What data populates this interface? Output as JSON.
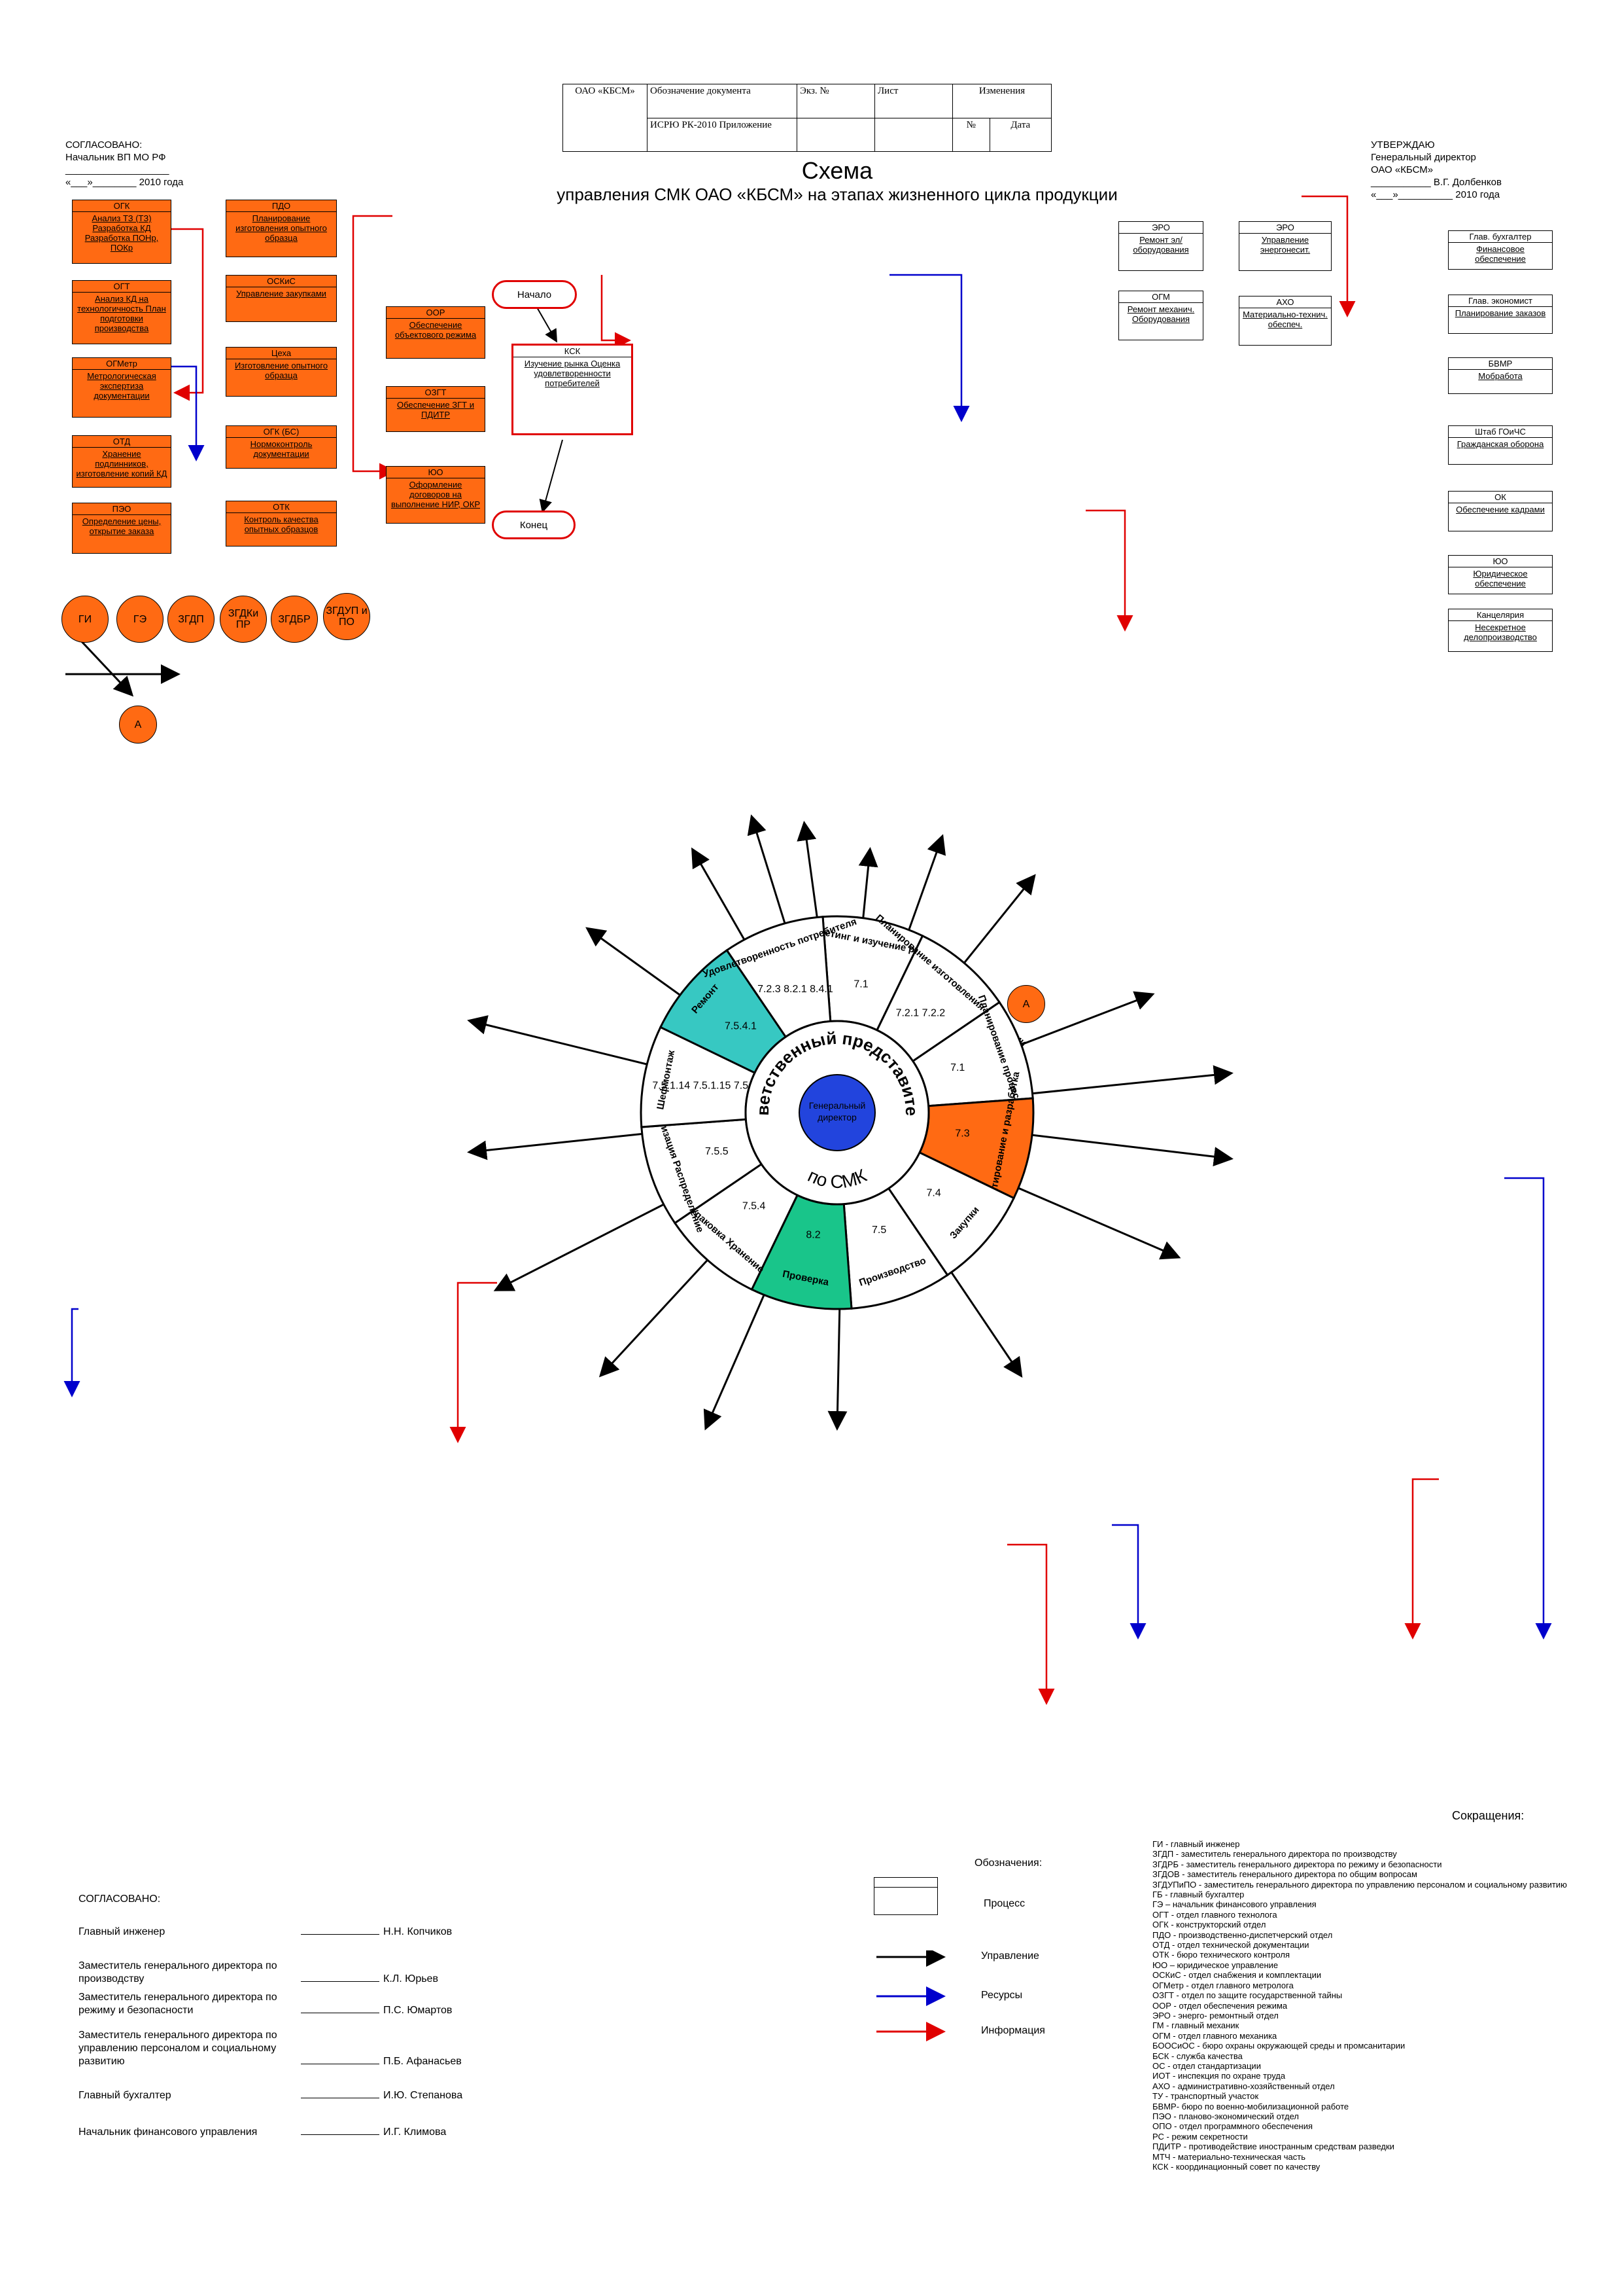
{
  "header": {
    "org": "ОАО «КБСМ»",
    "doc_label": "Обозначение документа",
    "doc_code": "ИСРЮ РК-2010 Приложение",
    "copy_label": "Экз. №",
    "sheet_label": "Лист",
    "changes_label": "Изменения",
    "num_label": "№",
    "date_label": "Дата"
  },
  "title": {
    "line1": "Схема",
    "line2": "управления СМК ОАО «КБСМ» на этапах жизненного цикла продукции"
  },
  "agreed_top": {
    "l1": "СОГЛАСОВАНО:",
    "l2": "Начальник  ВП МО РФ",
    "l3": "___________________",
    "l4": "«___»________ 2010 года"
  },
  "approve": {
    "l1": "УТВЕРЖДАЮ",
    "l2": "Генеральный директор",
    "l3": "ОАО «КБСМ»",
    "l4": "___________ В.Г. Долбенков",
    "l5": "«___»__________ 2010 года"
  },
  "wheel": {
    "center1": "Генеральный",
    "center2": "директор",
    "ring_text": "Ответственный представитель",
    "ring_text2": "по СМК",
    "sectors": [
      {
        "name": "Маркетинг и изучение рынка",
        "code": "7.1"
      },
      {
        "name": "Планирование изготовления продукции",
        "code": "7.2.1 7.2.2"
      },
      {
        "name": "Планирование процессов",
        "code": "7.1"
      },
      {
        "name": "Проектирование и разработка",
        "code": "7.3"
      },
      {
        "name": "Закупки",
        "code": "7.4"
      },
      {
        "name": "Производство",
        "code": "7.5"
      },
      {
        "name": "Проверка",
        "code": "8.2"
      },
      {
        "name": "Упаковка Хранение",
        "code": "7.5.4"
      },
      {
        "name": "Реализация Распределение",
        "code": "7.5.5"
      },
      {
        "name": "Шефмонтаж",
        "code": "7.5.1.14 7.5.1.15 7.5.1.17"
      },
      {
        "name": "Ремонт",
        "code": "7.5.4.1"
      },
      {
        "name": "Удовлетворенность потребителя",
        "code": "7.2.3 8.2.1 8.4.1"
      }
    ]
  },
  "start_end": {
    "start": "Начало",
    "end": "Конец"
  },
  "ksk": {
    "head": "КСК",
    "body": "Изучение рынка Оценка удовлетворенности потребителей"
  },
  "boxes": [
    {
      "h": "ОГК",
      "b": "Анализ ТЗ (ТЗ) Разработка КД Разработка ПОНр, ПОКр"
    },
    {
      "h": "ОГТ",
      "b": "Анализ КД на технологичность План подготовки производства"
    },
    {
      "h": "ОГМетр",
      "b": "Метрологическая экспертиза документации"
    },
    {
      "h": "ОТД",
      "b": "Хранение подлинников, изготовление копий КД"
    },
    {
      "h": "ПЭО",
      "b": "Определение цены, открытие заказа"
    },
    {
      "h": "ПДО",
      "b": "Планирование изготовления опытного образца"
    },
    {
      "h": "ОСКиС",
      "b": "Управление закупками"
    },
    {
      "h": "Цеха",
      "b": "Изготовление опытного образца"
    },
    {
      "h": "ОГК (БС)",
      "b": "Нормоконтроль документации"
    },
    {
      "h": "ОТК",
      "b": "Контроль качества опытных образцов"
    },
    {
      "h": "ООР",
      "b": "Обеспечение объектового режима"
    },
    {
      "h": "ОЗГТ",
      "b": "Обеспечение ЗГТ и ПДИТР"
    },
    {
      "h": "ЮО",
      "b": "Оформление договоров на выполнение НИР, ОКР"
    }
  ],
  "pr_circles": [
    "ГИ",
    "ГЭ",
    "ЗГДП",
    "ЗГДКи ПР",
    "ЗГДБР",
    "ЗГДУП и ПО"
  ],
  "a_label": "А",
  "right_top": [
    {
      "h": "ЭРО",
      "b": "Ремонт эл/ оборудования"
    },
    {
      "h": "ЭРО",
      "b": "Управление энергонесит."
    },
    {
      "h": "ОГМ",
      "b": "Ремонт механич. Оборудования"
    },
    {
      "h": "АХО",
      "b": "Материально-технич. обеспеч."
    },
    {
      "h": "Глав. бухгалтер",
      "b": "Финансовое обеспечение"
    },
    {
      "h": "Глав. экономист",
      "b": "Планирование заказов"
    },
    {
      "h": "БВМР",
      "b": "Мобработа"
    },
    {
      "h": "Штаб ГОиЧС",
      "b": "Гражданская оборона"
    },
    {
      "h": "ОК",
      "b": "Обеспечение кадрами"
    },
    {
      "h": "ЮО",
      "b": "Юридическое обеспечение"
    },
    {
      "h": "Канцелярия",
      "b": "Несекретное делопроизводство"
    }
  ],
  "legend": {
    "title": "Обозначения:",
    "process": "Процесс",
    "control": "Управление",
    "resources": "Ресурсы",
    "info": "Информация"
  },
  "abbr_title": "Сокращения:",
  "abbr": [
    "ГИ - главный инженер",
    "ЗГДП - заместитель генерального директора по производству",
    "ЗГДРБ - заместитель генерального директора по режиму и безопасности",
    "ЗГДОВ - заместитель генерального директора по общим вопросам",
    "ЗГДУПиПО - заместитель генерального директора по управлению персоналом и социальному развитию",
    "ГБ - главный бухгалтер",
    "ГЭ – начальник финансового управления",
    "ОГТ - отдел главного технолога",
    "ОГК - конструкторский отдел",
    "ПДО - производственно-диспетчерский отдел",
    "ОТД - отдел технической документации",
    "ОТК - бюро технического контроля",
    "ЮО – юридическое управление",
    "ОСКиС - отдел снабжения и комплектации",
    "ОГМетр - отдел главного метролога",
    "ОЗГТ - отдел по защите государственной тайны",
    "ООР - отдел обеспечения режима",
    "ЭРО - энерго- ремонтный отдел",
    "ГМ - главный механик",
    "ОГМ - отдел главного механика",
    "БООСиОС - бюро охраны окружающей среды и промсанитарии",
    "БСК - служба качества",
    "ОС - отдел стандартизации",
    "ИОТ - инспекция по охране труда",
    "АХО - административно-хозяйственный отдел",
    "ТУ - транспортный участок",
    "БВМР- бюро по военно-мобилизационной работе",
    "ПЭО - планово-экономический отдел",
    "ОПО - отдел программного обеспечения",
    "РС - режим секретности",
    "ПДИТР - противодействие иностранным средствам разведки",
    "МТЧ - материально-техническая часть",
    "КСК - координационный совет по качеству"
  ],
  "agreed_bottom": {
    "title": "СОГЛАСОВАНО:",
    "rows": [
      {
        "role": "Главный инженер",
        "name": "Н.Н. Копчиков"
      },
      {
        "role": "Заместитель генерального директора по производству",
        "name": "К.Л. Юрьев"
      },
      {
        "role": "Заместитель генерального директора по режиму и безопасности",
        "name": "П.С. Юмартов"
      },
      {
        "role": "Заместитель генерального директора по управлению персоналом и социальному развитию",
        "name": "П.Б. Афанасьев"
      },
      {
        "role": "Главный бухгалтер",
        "name": "И.Ю. Степанова"
      },
      {
        "role": "Начальник финансового управления",
        "name": "И.Г. Климова"
      }
    ]
  },
  "colors": {
    "orange": "#ff6a13",
    "teal": "#37c8c2",
    "green": "#19c58a",
    "blue_center": "#2244dd",
    "red_line": "#e00000",
    "blue_line": "#0000cc"
  }
}
